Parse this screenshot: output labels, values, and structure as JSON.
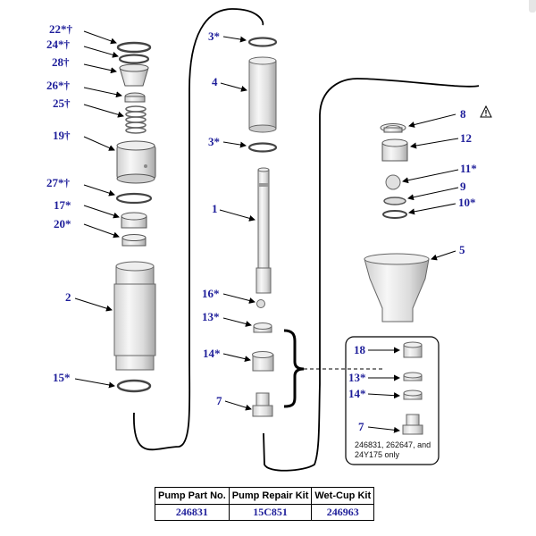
{
  "callouts": {
    "c22": "22*†",
    "c24": "24*†",
    "c28": "28†",
    "c26": "26*†",
    "c25": "25†",
    "c19": "19†",
    "c27": "27*†",
    "c17": "17*",
    "c20": "20*",
    "c2": "2",
    "c15": "15*",
    "c3a": "3*",
    "c4": "4",
    "c3b": "3*",
    "c1": "1",
    "c16": "16*",
    "c13": "13*",
    "c14": "14*",
    "c7": "7",
    "c8": "8",
    "c12": "12",
    "c11": "11*",
    "c9": "9",
    "c10": "10*",
    "c5": "5",
    "d18": "18",
    "d13": "13*",
    "d14": "14*",
    "d7": "7"
  },
  "detail_note": {
    "line1": "246831, 262647, and",
    "line2": "24Y175 only"
  },
  "table": {
    "headers": [
      "Pump Part No.",
      "Pump Repair Kit",
      "Wet-Cup Kit"
    ],
    "row": [
      "246831",
      "15C851",
      "246963"
    ]
  }
}
